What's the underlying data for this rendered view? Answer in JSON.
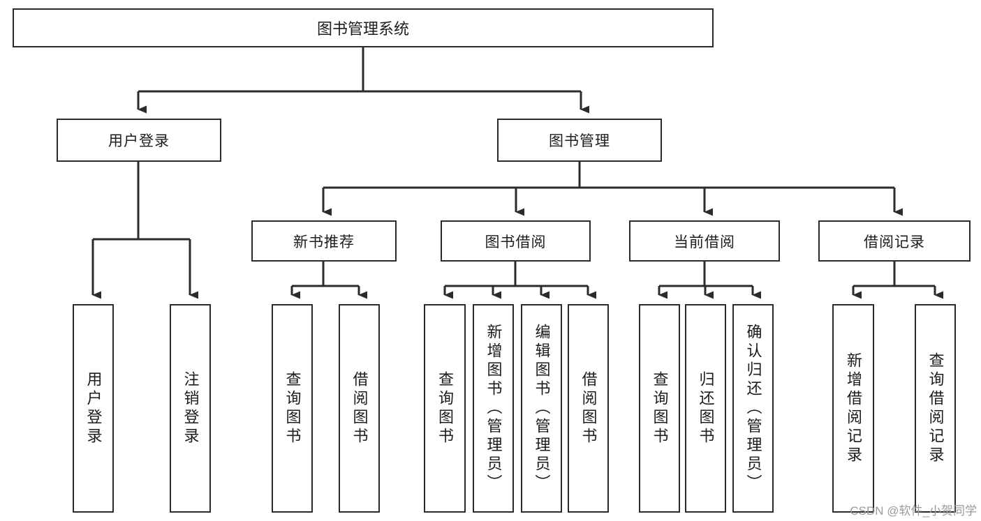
{
  "diagram": {
    "title": "图书管理系统",
    "type": "tree-hierarchy-diagram",
    "root": {
      "label": "图书管理系统"
    },
    "level2": [
      {
        "label": "用户登录"
      },
      {
        "label": "图书管理"
      }
    ],
    "level3": [
      {
        "label": "新书推荐"
      },
      {
        "label": "图书借阅"
      },
      {
        "label": "当前借阅"
      },
      {
        "label": "借阅记录"
      }
    ],
    "leaves": {
      "user_login": [
        {
          "label": "用户登录"
        },
        {
          "label": "注销登录"
        }
      ],
      "new_book": [
        {
          "label": "查询图书"
        },
        {
          "label": "借阅图书"
        }
      ],
      "book_borrow": [
        {
          "label": "查询图书"
        },
        {
          "label": "新增图书（管理员）"
        },
        {
          "label": "编辑图书（管理员）"
        },
        {
          "label": "借阅图书"
        }
      ],
      "current_borrow": [
        {
          "label": "查询图书"
        },
        {
          "label": "归还图书"
        },
        {
          "label": "确认归还（管理员）"
        }
      ],
      "borrow_record": [
        {
          "label": "新增借阅记录"
        },
        {
          "label": "查询借阅记录"
        }
      ]
    },
    "watermark": "CSDN @软件_小贺同学",
    "colors": {
      "box_border": "#2b2b2b",
      "box_fill": "#ffffff",
      "text": "#1c1c1c",
      "connector": "#2b2b2b",
      "watermark": "#9a9a9a"
    }
  }
}
